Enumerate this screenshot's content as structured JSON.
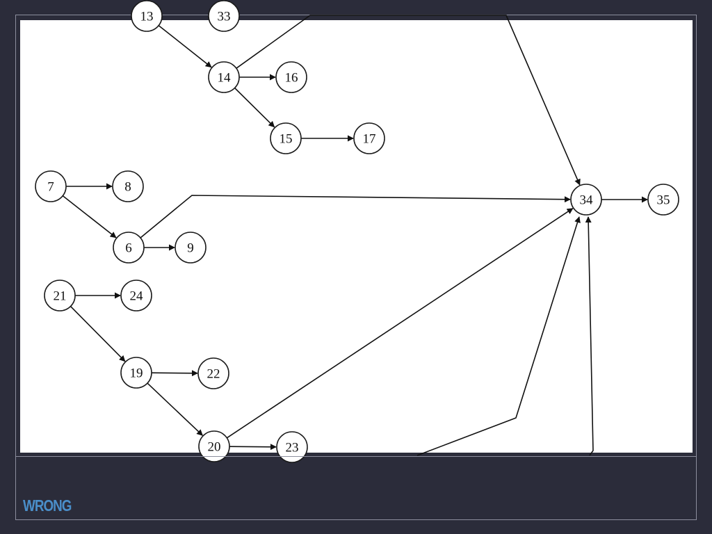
{
  "diagram": {
    "nodes": [
      "13",
      "33",
      "14",
      "16",
      "15",
      "17",
      "7",
      "8",
      "6",
      "9",
      "34",
      "35",
      "21",
      "24",
      "19",
      "22",
      "20",
      "23"
    ],
    "edges": [
      [
        "13",
        "14"
      ],
      [
        "14",
        "16"
      ],
      [
        "14",
        "15"
      ],
      [
        "15",
        "17"
      ],
      [
        "14",
        "34"
      ],
      [
        "7",
        "8"
      ],
      [
        "7",
        "6"
      ],
      [
        "6",
        "9"
      ],
      [
        "6",
        "34"
      ],
      [
        "34",
        "35"
      ],
      [
        "21",
        "24"
      ],
      [
        "21",
        "19"
      ],
      [
        "19",
        "22"
      ],
      [
        "19",
        "20"
      ],
      [
        "20",
        "23"
      ],
      [
        "20",
        "34"
      ]
    ]
  },
  "caption": {
    "label": "WRONG",
    "color": "#4a8ec9"
  },
  "theme": {
    "background": "#2b2c3a",
    "frame_border": "#8d8f9e",
    "panel": "#ffffff"
  }
}
